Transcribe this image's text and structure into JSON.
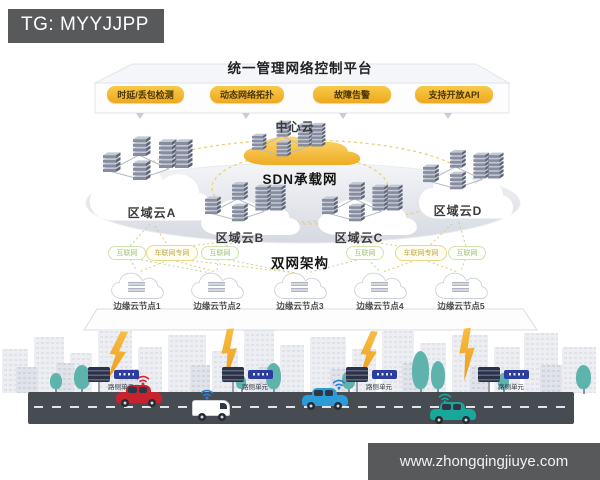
{
  "watermarks": {
    "tg": "TG: MYYJJPP",
    "site": "www.zhongqingjiuye.com"
  },
  "platform": {
    "title": "统一管理网络控制平台",
    "functions": [
      "时延/丢包检测",
      "动态网络拓扑",
      "故障告警",
      "支持开放API"
    ],
    "center_cloud_label": "中心云"
  },
  "sdn": {
    "label": "SDN承载网",
    "regions": [
      {
        "label": "区域云A"
      },
      {
        "label": "区域云B"
      },
      {
        "label": "区域云C"
      },
      {
        "label": "区域云D"
      }
    ]
  },
  "dual_network": {
    "label": "双网架构",
    "links": [
      {
        "type": "internet",
        "label": "互联网"
      },
      {
        "type": "private",
        "label": "车联网专网"
      },
      {
        "type": "internet",
        "label": "互联网"
      },
      {
        "type": "internet",
        "label": "互联网"
      },
      {
        "type": "private",
        "label": "车联网专网"
      },
      {
        "type": "internet",
        "label": "互联网"
      }
    ]
  },
  "edge_nodes": [
    {
      "label": "边缘云节点1"
    },
    {
      "label": "边缘云节点2"
    },
    {
      "label": "边缘云节点3"
    },
    {
      "label": "边缘云节点4"
    },
    {
      "label": "边缘云节点5"
    }
  ],
  "street": {
    "rsu_label": "路侧单元",
    "rsu_count": 4,
    "cars": [
      {
        "type": "sedan",
        "color": "#c8222f",
        "signal": "#d02a36"
      },
      {
        "type": "van",
        "color": "#ffffff",
        "signal": "#2f7fd6"
      },
      {
        "type": "sedan",
        "color": "#2b9cd8",
        "signal": "#2f7fd6"
      },
      {
        "type": "sedan",
        "color": "#17a79b",
        "signal": "#17a79b"
      }
    ]
  },
  "icons": {
    "cloud": "cloud-icon",
    "server": "server-stack-icon",
    "lightning": "lightning-bolt-icon",
    "wifi": "wifi-signal-icon",
    "arrow": "chevron-down-icon",
    "roadside": "roadside-unit-icon"
  },
  "colors": {
    "badge_bg": "#58595b",
    "button_yellow": "#f2b02c",
    "center_cloud_yellow": "#f3c242",
    "dashed_yellow": "#e5c96e",
    "dashed_green": "#b9d893",
    "server_gray": "#868da0",
    "ellipse_gray": "#dadde4",
    "lightning_orange": "#f2a42a",
    "tree_teal": "#5fb3ad",
    "road_gray": "#474b52"
  }
}
